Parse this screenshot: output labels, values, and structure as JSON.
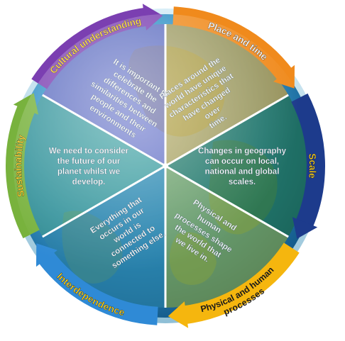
{
  "diagram": {
    "segments": [
      {
        "label": "Cultural understanding",
        "text": [
          "It is important to",
          "celebrate the",
          "differences and",
          "similarities between",
          "people and their",
          "environments"
        ],
        "segment_color": "#7c5bbf",
        "arrow_color": "#7b3fb1",
        "label_color": "#ffd21f"
      },
      {
        "label": "Place and time",
        "text": [
          "Places around the",
          "world have unique",
          "characteristics that",
          "have changed",
          "over",
          "time."
        ],
        "segment_color": "#e0a12a",
        "arrow_color": "#f08a1c",
        "label_color": "#ffffff"
      },
      {
        "label": "Scale",
        "text": [
          "Changes in geography",
          "can occur on local,",
          "national and global",
          "scales."
        ],
        "segment_color": "#1f6b3b",
        "arrow_color": "#1d3b8c",
        "label_color": "#ffd21f"
      },
      {
        "label": "Physical and human processes",
        "label_lines": [
          "Physical and human",
          "processes"
        ],
        "text": [
          "Physical and",
          "human",
          "processes shape",
          "the world that",
          "we live in."
        ],
        "segment_color": "#8aa33a",
        "arrow_color": "#f5b60e",
        "label_color": "#1a1a1a"
      },
      {
        "label": "Interdependence",
        "text": [
          "Everything that",
          "occurs in our",
          "world is",
          "connected to",
          "something else."
        ],
        "segment_color": "#2a7fa3",
        "arrow_color": "#2f8ad6",
        "label_color": "#ffd21f"
      },
      {
        "label": "Sustainability",
        "text": [
          "We need to consider",
          "the future of our",
          "planet whilst we",
          "develop."
        ],
        "segment_color": "#3f9a86",
        "arrow_color": "#78b23d",
        "label_color": "#ffd21f"
      }
    ]
  }
}
